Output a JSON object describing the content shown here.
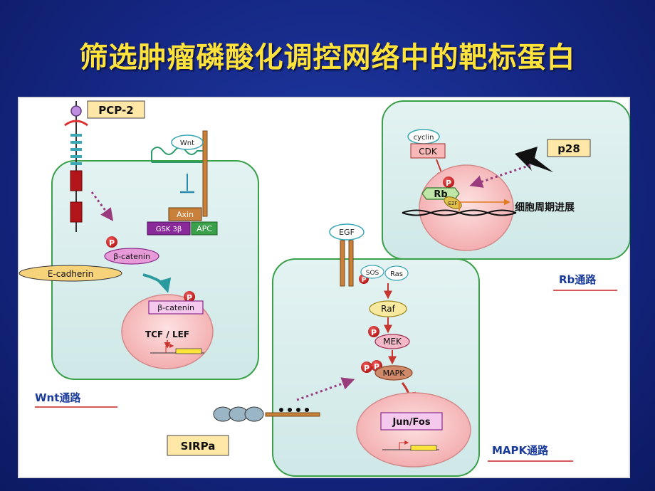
{
  "slide": {
    "title": "筛选肿瘤磷酸化调控网络中的靶标蛋白"
  },
  "colors": {
    "background": "#16298a",
    "title": "#ffe33a",
    "cell_fill": "#dcefee",
    "cell_border": "#3aa04a",
    "nucleus_fill": "#f6bcbc",
    "label_box": "#ffe7a8",
    "arrow_red": "#c8352f",
    "arrow_purple": "#9a3b7e",
    "teal_arrow": "#2a9a9f"
  },
  "diagram": {
    "wnt": {
      "pcp2": "PCP-2",
      "wnt": "Wnt",
      "axin": "Axin",
      "gsk": "GSK 3β",
      "apc": "APC",
      "p_symbol": "P",
      "beta_catenin_cytoplasm": "β-catenin",
      "e_cadherin": "E-cadherin",
      "beta_catenin_nucleus": "β-catenin",
      "tcf_lef": "TCF / LEF",
      "pathway_label": "Wnt通路"
    },
    "rb": {
      "cyclin": "cyclin",
      "cdk": "CDK",
      "p28": "p28",
      "rb": "Rb",
      "e2f": "E2F",
      "cell_cycle": "细胞周期进展",
      "pathway_label": "Rb通路"
    },
    "mapk": {
      "egf": "EGF",
      "sos": "SOS",
      "ras": "Ras",
      "raf": "Raf",
      "mek": "MEK",
      "mapk": "MAPK",
      "jun_fos": "Jun/Fos",
      "sirpa": "SIRPa",
      "pathway_label": "MAPK通路"
    }
  }
}
